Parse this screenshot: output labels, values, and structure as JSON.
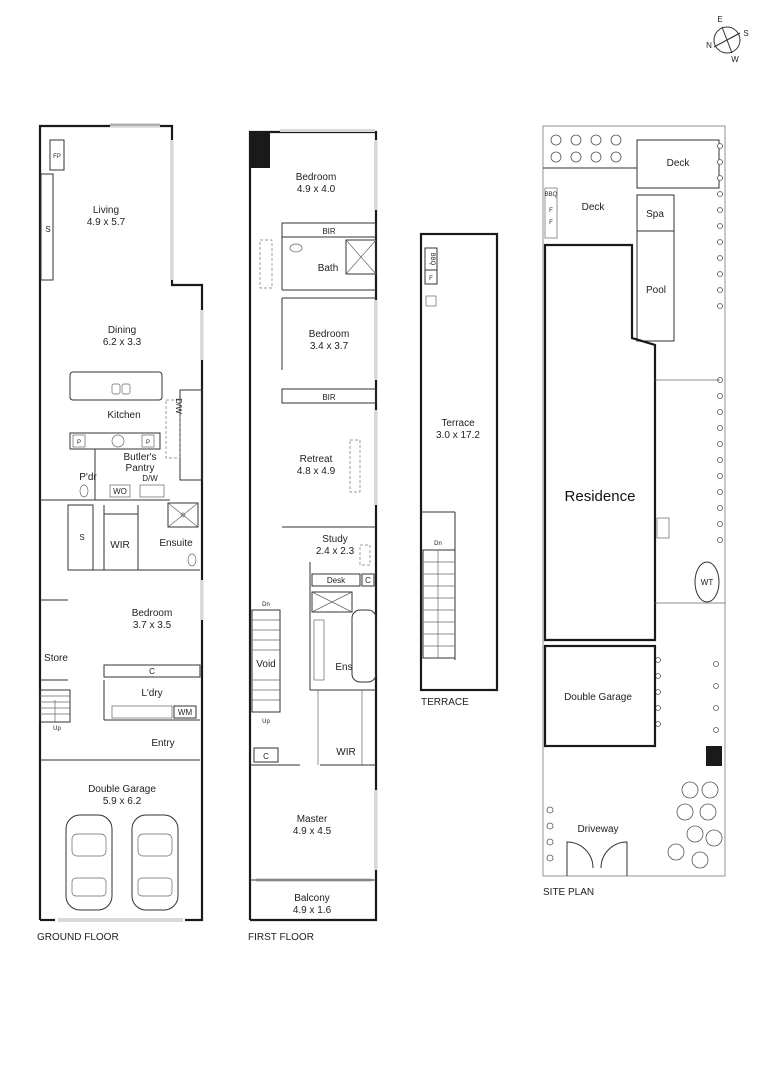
{
  "compass": {
    "e": "E",
    "s": "S",
    "w": "W",
    "n": "N"
  },
  "ground": {
    "caption": "GROUND FLOOR",
    "rooms": {
      "fp": "FP",
      "s1": "S",
      "living_name": "Living",
      "living_dim": "4.9 x 5.7",
      "dining_name": "Dining",
      "dining_dim": "6.2 x 3.3",
      "kitchen": "Kitchen",
      "dw": "D/W",
      "p1": "P",
      "p2": "P",
      "butlers1": "Butler's",
      "butlers2": "Pantry",
      "butlers_dw": "D/W",
      "pdr": "P'dr",
      "wo": "WO",
      "s2": "S",
      "wir": "WIR",
      "ensuite": "Ensuite",
      "bedroom_name": "Bedroom",
      "bedroom_dim": "3.7 x 3.5",
      "store": "Store",
      "c": "C",
      "ldry": "L'dry",
      "wm": "WM",
      "up": "Up",
      "entry": "Entry",
      "garage_name": "Double Garage",
      "garage_dim": "5.9 x 6.2"
    }
  },
  "first": {
    "caption": "FIRST FLOOR",
    "rooms": {
      "bed1_name": "Bedroom",
      "bed1_dim": "4.9 x 4.0",
      "bir1": "BIR",
      "bath": "Bath",
      "bed2_name": "Bedroom",
      "bed2_dim": "3.4 x 3.7",
      "bir2": "BIR",
      "retreat_name": "Retreat",
      "retreat_dim": "4.8 x 4.9",
      "study_name": "Study",
      "study_dim": "2.4 x 2.3",
      "desk": "Desk",
      "c1": "C",
      "dn": "Dn",
      "void": "Void",
      "up": "Up",
      "ens": "Ens",
      "c2": "C",
      "wir": "WIR",
      "master_name": "Master",
      "master_dim": "4.9 x 4.5",
      "balcony_name": "Balcony",
      "balcony_dim": "4.9 x 1.6"
    }
  },
  "terrace": {
    "caption": "TERRACE",
    "rooms": {
      "bbq": "BBQ",
      "f": "F",
      "name": "Terrace",
      "dim": "3.0 x 17.2",
      "dn": "Dn"
    }
  },
  "site": {
    "caption": "SITE PLAN",
    "labels": {
      "deck1": "Deck",
      "deck2": "Deck",
      "spa": "Spa",
      "pool": "Pool",
      "bbq": "BBQ",
      "f1": "F",
      "f2": "F",
      "residence": "Residence",
      "wt": "WT",
      "garage": "Double Garage",
      "driveway": "Driveway"
    }
  }
}
